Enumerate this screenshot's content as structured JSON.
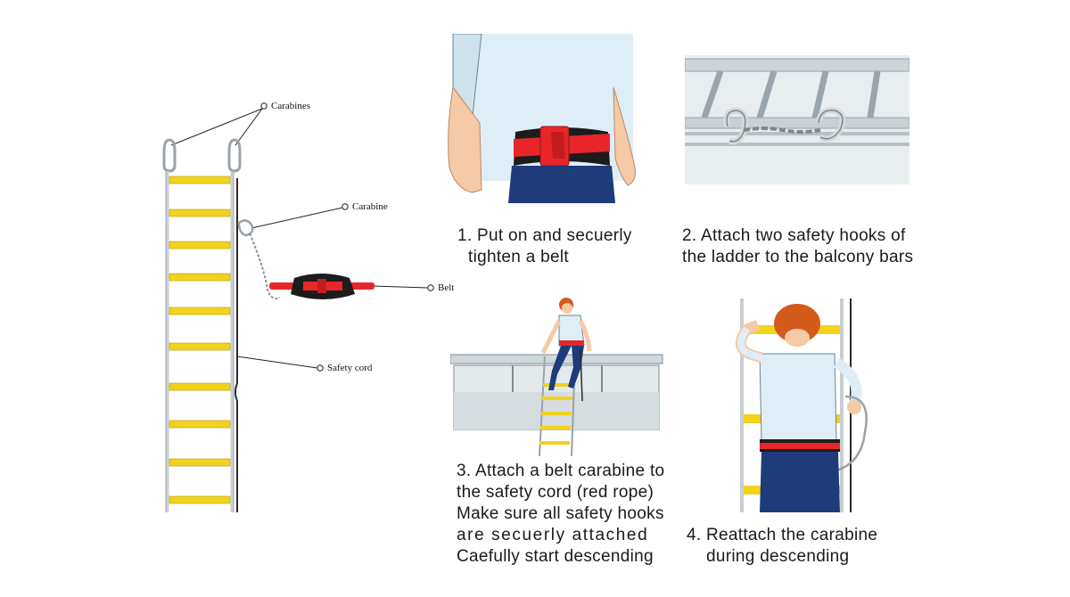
{
  "labels": {
    "carabines": "Carabines",
    "carabine": "Carabine",
    "belt": "Belt",
    "safety_cord": "Safety cord"
  },
  "steps": [
    {
      "line1": "1. Put on and secuerly",
      "line2": "tighten a belt"
    },
    {
      "line1": "2. Attach two safety hooks of",
      "line2": "the ladder to the balcony bars"
    },
    {
      "line1": "3. Attach a belt carabine to",
      "line2": "the safety cord (red rope)",
      "line3": "Make sure all safety hooks",
      "line4": "are secuerly attached",
      "line5": "Caefully start descending"
    },
    {
      "line1": "4.  Reattach the carabine",
      "line2": "during descending"
    }
  ],
  "colors": {
    "rung": "#f2d21b",
    "belt_red": "#e8262a",
    "belt_black": "#1c1c1c",
    "shirt": "#dfeef6",
    "pants": "#1f3b7a",
    "skin": "#f6caa6",
    "hair": "#d45a1a",
    "rail": "#cfd8dd",
    "glass": "#e4e9ec"
  }
}
